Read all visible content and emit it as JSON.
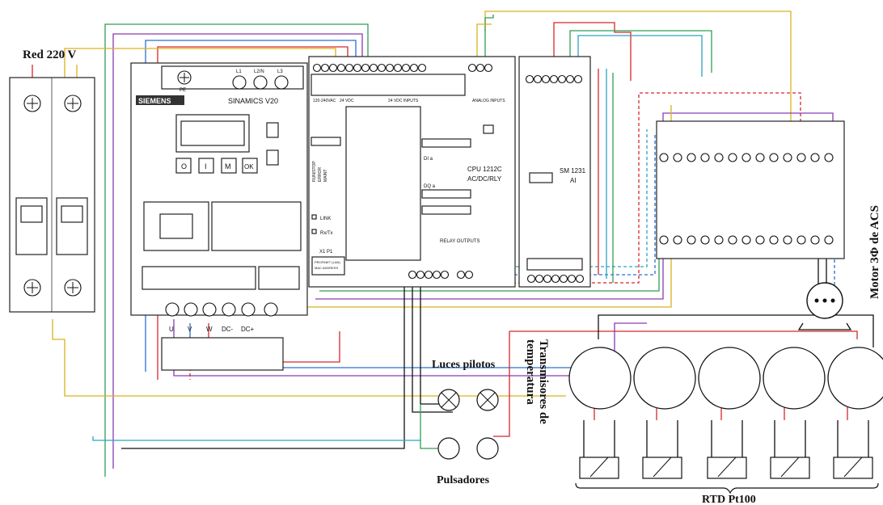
{
  "labels": {
    "red": "Red 220 V",
    "luces": "Luces pilotos",
    "pulsadores": "Pulsadores",
    "rtd": "RTD Pt100",
    "motor": "Motor 3Φ de ACS",
    "transmisores_1": "Transmisores de",
    "transmisores_2": "temperatura"
  },
  "vfd": {
    "brand": "SIEMENS",
    "model": "SINAMICS V20",
    "pe": "PE",
    "l1": "L1",
    "l2n": "L2/N",
    "l3": "L3",
    "btn_m": "M",
    "btn_ok": "OK",
    "btn_i": "I",
    "btn_o": "O",
    "out_labels": [
      "U",
      "V",
      "W",
      "DC-",
      "DC+"
    ]
  },
  "plc": {
    "model_1": "CPU 1212C",
    "model_2": "AC/DC/RLY",
    "power": "120-240VAC",
    "dc24": "24 VDC",
    "inputs": "24 VDC INPUTS",
    "analog": "ANALOG INPUTS",
    "run": "RUN/STOP",
    "error": "ERROR",
    "maint": "MAINT",
    "link": "LINK",
    "rxtx": "Rx/Tx",
    "x1": "X1 P1",
    "profinet": "PROFINET (LAN)",
    "mac": "MAC ADDRESS",
    "relay": "RELAY OUTPUTS",
    "di": "DI a",
    "dq": "DQ a"
  },
  "sm": {
    "name": "SM 1231",
    "type": "AI"
  },
  "colors": {
    "red": "#d8262b",
    "blue": "#2d6fd0",
    "green": "#2f9e55",
    "yellow": "#d9b21e",
    "purple": "#8a3ab5",
    "black": "#111111",
    "cyan": "#2aa3c4"
  }
}
